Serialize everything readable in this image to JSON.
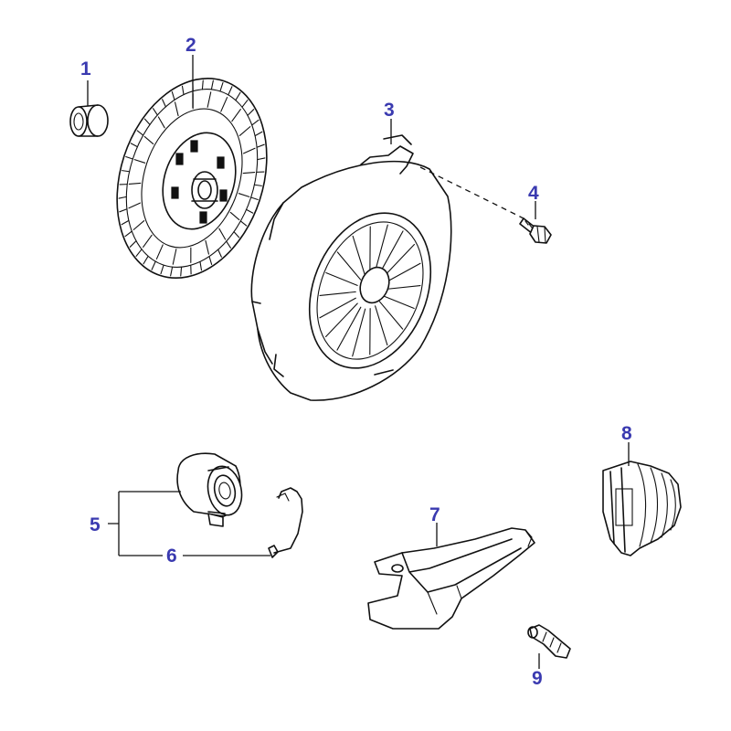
{
  "diagram": {
    "label_color": "#3a3ab0",
    "ink_color": "#111111",
    "parts": [
      {
        "number": "1",
        "icon": "pilot-bearing-icon"
      },
      {
        "number": "2",
        "icon": "clutch-disc-icon"
      },
      {
        "number": "3",
        "icon": "pressure-plate-cover-icon"
      },
      {
        "number": "4",
        "icon": "bolt-icon"
      },
      {
        "number": "5",
        "icon": "release-bearing-icon"
      },
      {
        "number": "6",
        "icon": "retaining-clip-icon"
      },
      {
        "number": "7",
        "icon": "release-fork-icon"
      },
      {
        "number": "8",
        "icon": "dust-boot-icon"
      },
      {
        "number": "9",
        "icon": "pivot-stud-icon"
      }
    ]
  }
}
